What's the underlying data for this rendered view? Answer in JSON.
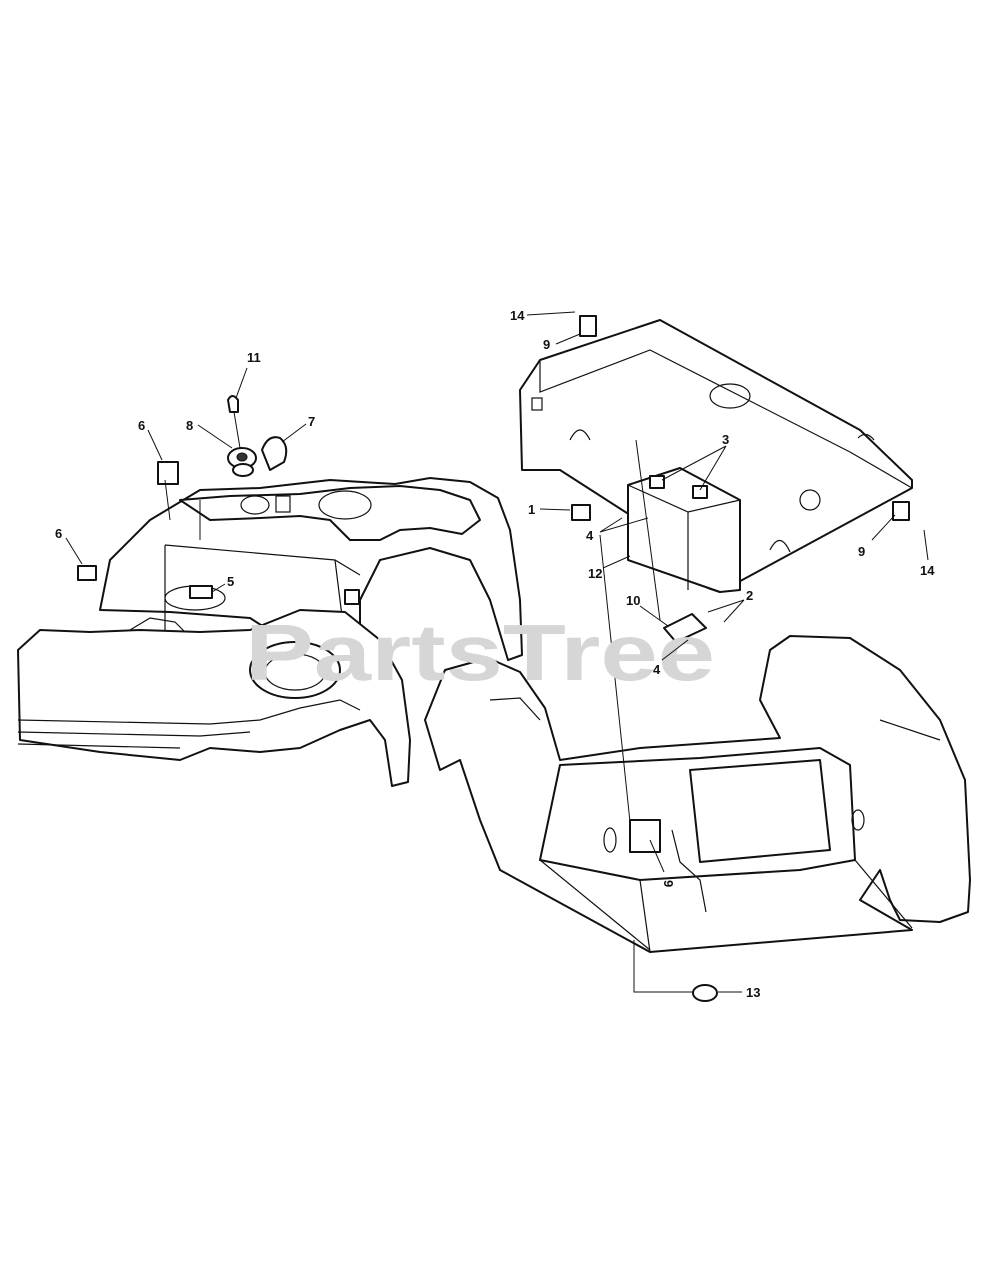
{
  "watermark": "PartsTree",
  "callouts": [
    "14",
    "9",
    "11",
    "6",
    "8",
    "7",
    "3",
    "1",
    "4",
    "12",
    "9",
    "14",
    "6",
    "5",
    "10",
    "2",
    "4",
    "9",
    "13"
  ]
}
